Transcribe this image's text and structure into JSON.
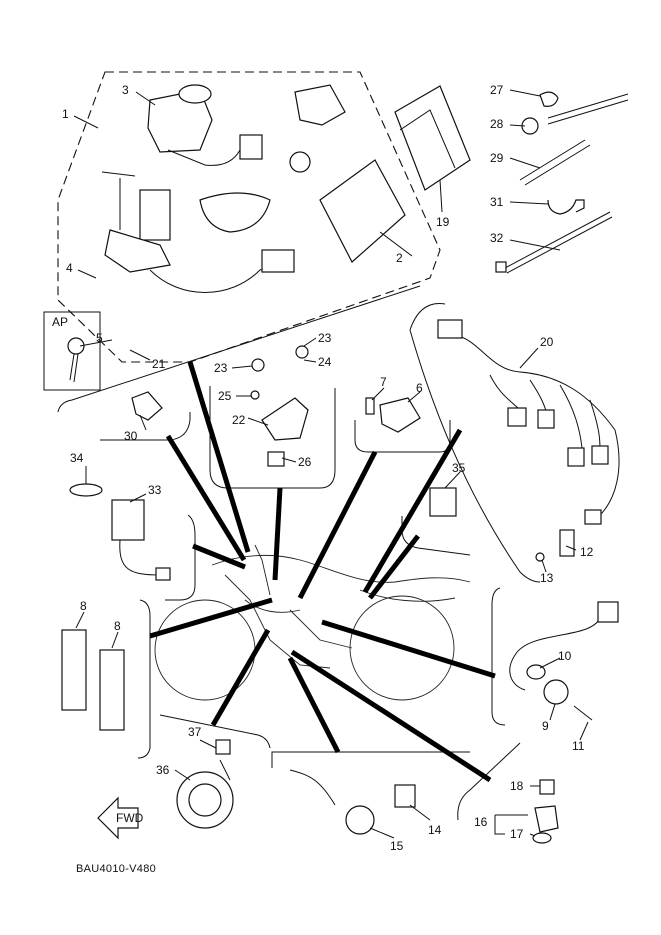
{
  "diagram": {
    "caption": "BAU4010-V480",
    "ap_label": "AP",
    "fwd_label": "FWD",
    "callouts": [
      {
        "id": "1",
        "text": "1"
      },
      {
        "id": "2",
        "text": "2"
      },
      {
        "id": "3",
        "text": "3"
      },
      {
        "id": "4",
        "text": "4"
      },
      {
        "id": "5",
        "text": "5"
      },
      {
        "id": "6",
        "text": "6"
      },
      {
        "id": "7",
        "text": "7"
      },
      {
        "id": "8a",
        "text": "8"
      },
      {
        "id": "8b",
        "text": "8"
      },
      {
        "id": "9",
        "text": "9"
      },
      {
        "id": "10",
        "text": "10"
      },
      {
        "id": "11",
        "text": "11"
      },
      {
        "id": "12",
        "text": "12"
      },
      {
        "id": "13",
        "text": "13"
      },
      {
        "id": "14",
        "text": "14"
      },
      {
        "id": "15",
        "text": "15"
      },
      {
        "id": "16",
        "text": "16"
      },
      {
        "id": "17",
        "text": "17"
      },
      {
        "id": "18",
        "text": "18"
      },
      {
        "id": "19",
        "text": "19"
      },
      {
        "id": "20",
        "text": "20"
      },
      {
        "id": "21",
        "text": "21"
      },
      {
        "id": "22",
        "text": "22"
      },
      {
        "id": "23a",
        "text": "23"
      },
      {
        "id": "23b",
        "text": "23"
      },
      {
        "id": "24",
        "text": "24"
      },
      {
        "id": "25",
        "text": "25"
      },
      {
        "id": "26",
        "text": "26"
      },
      {
        "id": "27",
        "text": "27"
      },
      {
        "id": "28",
        "text": "28"
      },
      {
        "id": "29",
        "text": "29"
      },
      {
        "id": "30",
        "text": "30"
      },
      {
        "id": "31",
        "text": "31"
      },
      {
        "id": "32",
        "text": "32"
      },
      {
        "id": "33",
        "text": "33"
      },
      {
        "id": "34",
        "text": "34"
      },
      {
        "id": "35",
        "text": "35"
      },
      {
        "id": "36",
        "text": "36"
      },
      {
        "id": "37",
        "text": "37"
      }
    ]
  }
}
